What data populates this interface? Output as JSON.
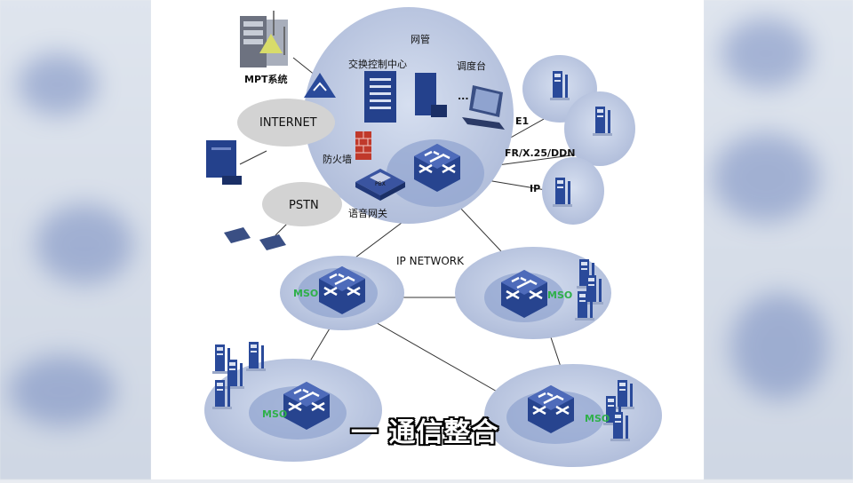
{
  "diagram": {
    "labels": {
      "mpt": "MPT系统",
      "nms": "网管",
      "switch_control_center": "交换控制中心",
      "dispatch_desk": "调度台",
      "ellipsis": "...",
      "internet": "INTERNET",
      "firewall": "防火墙",
      "pstn": "PSTN",
      "voice_gateway": "语音网关",
      "pbx": "PBX",
      "e1": "E1",
      "fr_x25_ddn": "FR/X.25/DDN",
      "ip": "IP",
      "ip_network": "IP NETWORK",
      "mso_left": "MSO",
      "mso_right": "MSO",
      "mso_bottom_left": "MSO",
      "mso_bottom_right": "MSO"
    }
  },
  "subtitle": "一 通信整合",
  "colors": {
    "cloud": "#b9c6e3",
    "cloud_dark": "#8fa3cf",
    "switch": "#2d4a9a",
    "mso_text": "#2fb04a",
    "device": "#1f3f8c"
  }
}
